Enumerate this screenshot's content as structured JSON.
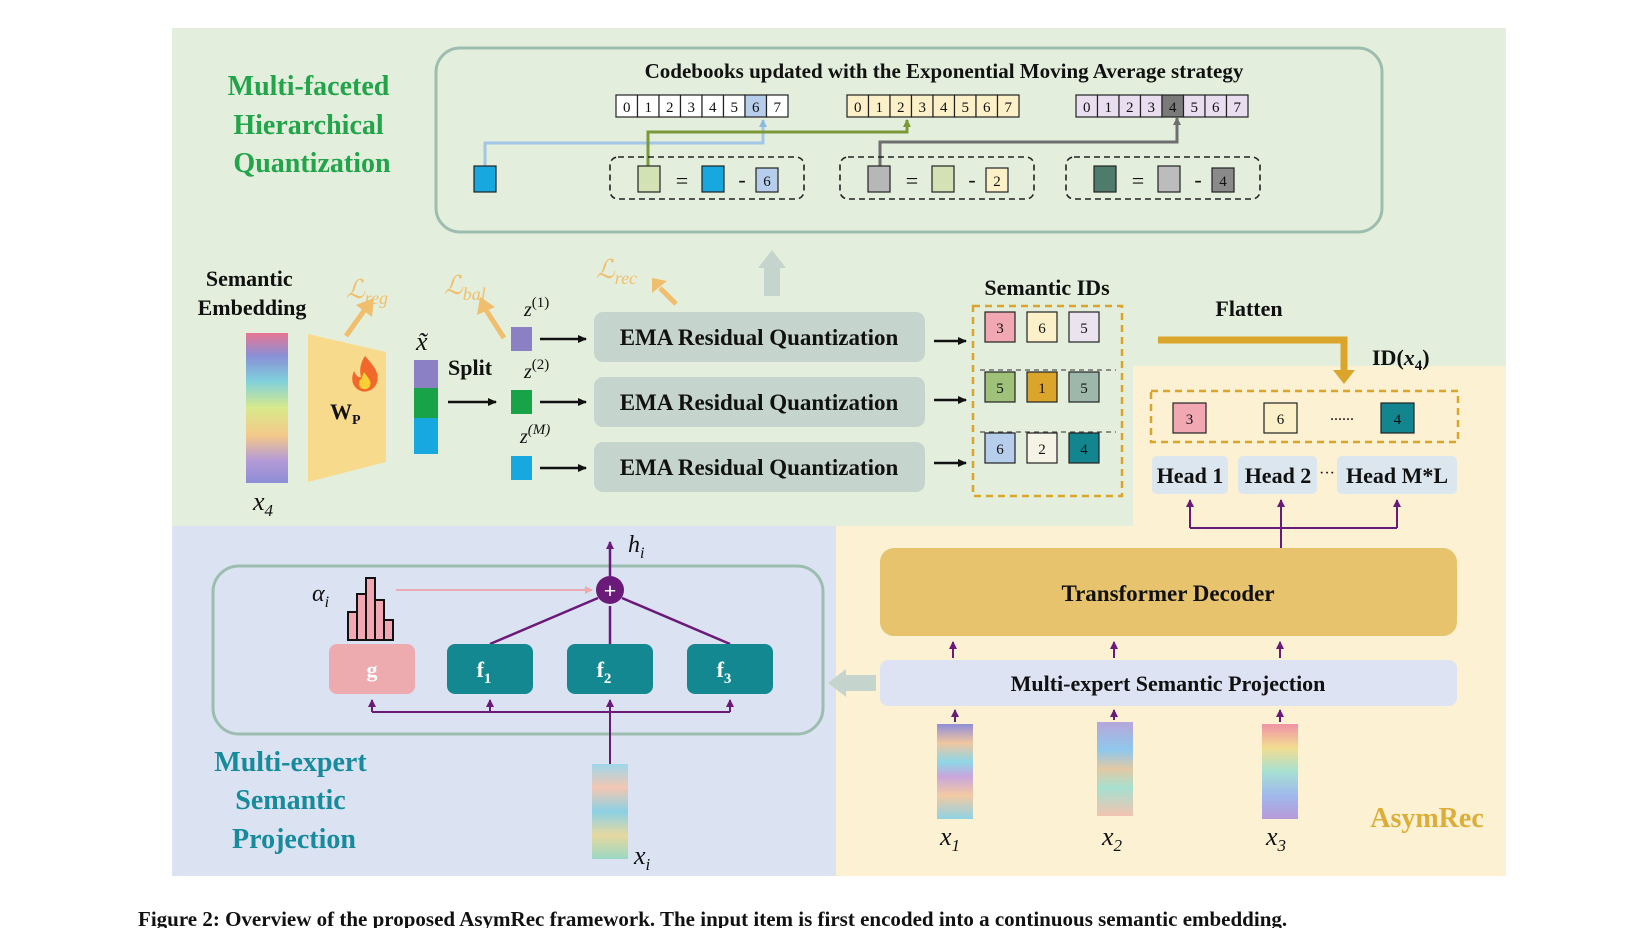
{
  "colors": {
    "green_bg": "#e3efdc",
    "yellow_bg": "#fcf1d2",
    "blue_bg": "#dbe3f3",
    "green_title": "#22a44a",
    "teal_title": "#178a9c",
    "gold_title": "#dbae3a",
    "loss_color": "#f0bf6e",
    "purple": "#6a1a78",
    "teal_box": "#138891",
    "pink_box": "#eeabaf",
    "gold_box": "#e6c36c",
    "gray_box": "#c5d5cd"
  },
  "mhq": {
    "title_lines": [
      "Multi-faceted",
      "Hierarchical",
      "Quantization"
    ],
    "codebook_title": "Codebooks updated with the Exponential Moving Average strategy",
    "codebooks": [
      {
        "cells": [
          "0",
          "1",
          "2",
          "3",
          "4",
          "5",
          "6",
          "7"
        ],
        "fill": "#ffffff",
        "highlight_index": 6,
        "highlight_fill": "#b6cdeb"
      },
      {
        "cells": [
          "0",
          "1",
          "2",
          "3",
          "4",
          "5",
          "6",
          "7"
        ],
        "fill": "#fbf0c8",
        "highlight_index": -1,
        "highlight_fill": ""
      },
      {
        "cells": [
          "0",
          "1",
          "2",
          "3",
          "4",
          "5",
          "6",
          "7"
        ],
        "fill": "#e8deef",
        "highlight_index": 4,
        "highlight_fill": "#7a7a7a"
      }
    ],
    "residual_groups": [
      {
        "eq": "=",
        "minus": "-",
        "code": "6",
        "a": "#d3e2b4",
        "b": "#17a8e0",
        "c": "#b6cdeb"
      },
      {
        "eq": "=",
        "minus": "-",
        "code": "2",
        "a": "#b7b7b7",
        "b": "#d3e2b4",
        "c": "#fbf0c8"
      },
      {
        "eq": "=",
        "minus": "-",
        "code": "4",
        "a": "#4f7c6a",
        "b": "#bcbcbc",
        "c": "#8a8a8a"
      }
    ],
    "semantic_embedding": [
      "Semantic",
      "Embedding"
    ],
    "x4_label": "x",
    "x4_sub": "4",
    "wp_label": "W",
    "wp_sub": "P",
    "loss_reg": "ℒ",
    "loss_reg_sub": "reg",
    "loss_bal": "ℒ",
    "loss_bal_sub": "bal",
    "loss_rec": "ℒ",
    "loss_rec_sub": "rec",
    "x_tilde": "x̃",
    "split": "Split",
    "z_labels": [
      {
        "base": "z",
        "sup": "(1)"
      },
      {
        "base": "z",
        "sup": "(2)"
      },
      {
        "base": "z",
        "sup": "(M)"
      }
    ],
    "ema_label": "EMA Residual Quantization",
    "semantic_ids_title": "Semantic IDs",
    "semantic_ids": [
      [
        {
          "v": "3",
          "fill": "#f2a8b3"
        },
        {
          "v": "6",
          "fill": "#fbf0c8"
        },
        {
          "v": "5",
          "fill": "#ebe4ef"
        }
      ],
      [
        {
          "v": "5",
          "fill": "#9fc27b"
        },
        {
          "v": "1",
          "fill": "#dba52c"
        },
        {
          "v": "5",
          "fill": "#9db8aa"
        }
      ],
      [
        {
          "v": "6",
          "fill": "#b6cdeb"
        },
        {
          "v": "2",
          "fill": "#f5f2e6"
        },
        {
          "v": "4",
          "fill": "#13858f"
        }
      ]
    ],
    "flatten": "Flatten"
  },
  "asymrec": {
    "id_label": "ID(",
    "id_x": "x",
    "id_sub": "4",
    "id_close": ")",
    "flat_ids": [
      {
        "v": "3",
        "fill": "#f2a8b3"
      },
      {
        "v": "6",
        "fill": "#fbf0c8"
      },
      {
        "v": "4",
        "fill": "#13858f"
      }
    ],
    "flat_dots": "......",
    "heads": [
      "Head 1",
      "Head 2",
      "Head M*L"
    ],
    "heads_dots": "···",
    "decoder": "Transformer Decoder",
    "projection": "Multi-expert Semantic Projection",
    "inputs": [
      {
        "base": "x",
        "sub": "1"
      },
      {
        "base": "x",
        "sub": "2"
      },
      {
        "base": "x",
        "sub": "3"
      }
    ],
    "brand": "AsymRec"
  },
  "msp": {
    "title_lines": [
      "Multi-expert",
      "Semantic",
      "Projection"
    ],
    "h_label": "h",
    "h_sub": "i",
    "alpha_label": "α",
    "alpha_sub": "i",
    "gate_label": "g",
    "experts": [
      {
        "base": "f",
        "sub": "1"
      },
      {
        "base": "f",
        "sub": "2"
      },
      {
        "base": "f",
        "sub": "3"
      }
    ],
    "input_label": "x",
    "input_sub": "i",
    "plus": "+"
  },
  "caption": "Figure 2: Overview of the proposed AsymRec framework. The input item is first encoded into a continuous semantic embedding."
}
